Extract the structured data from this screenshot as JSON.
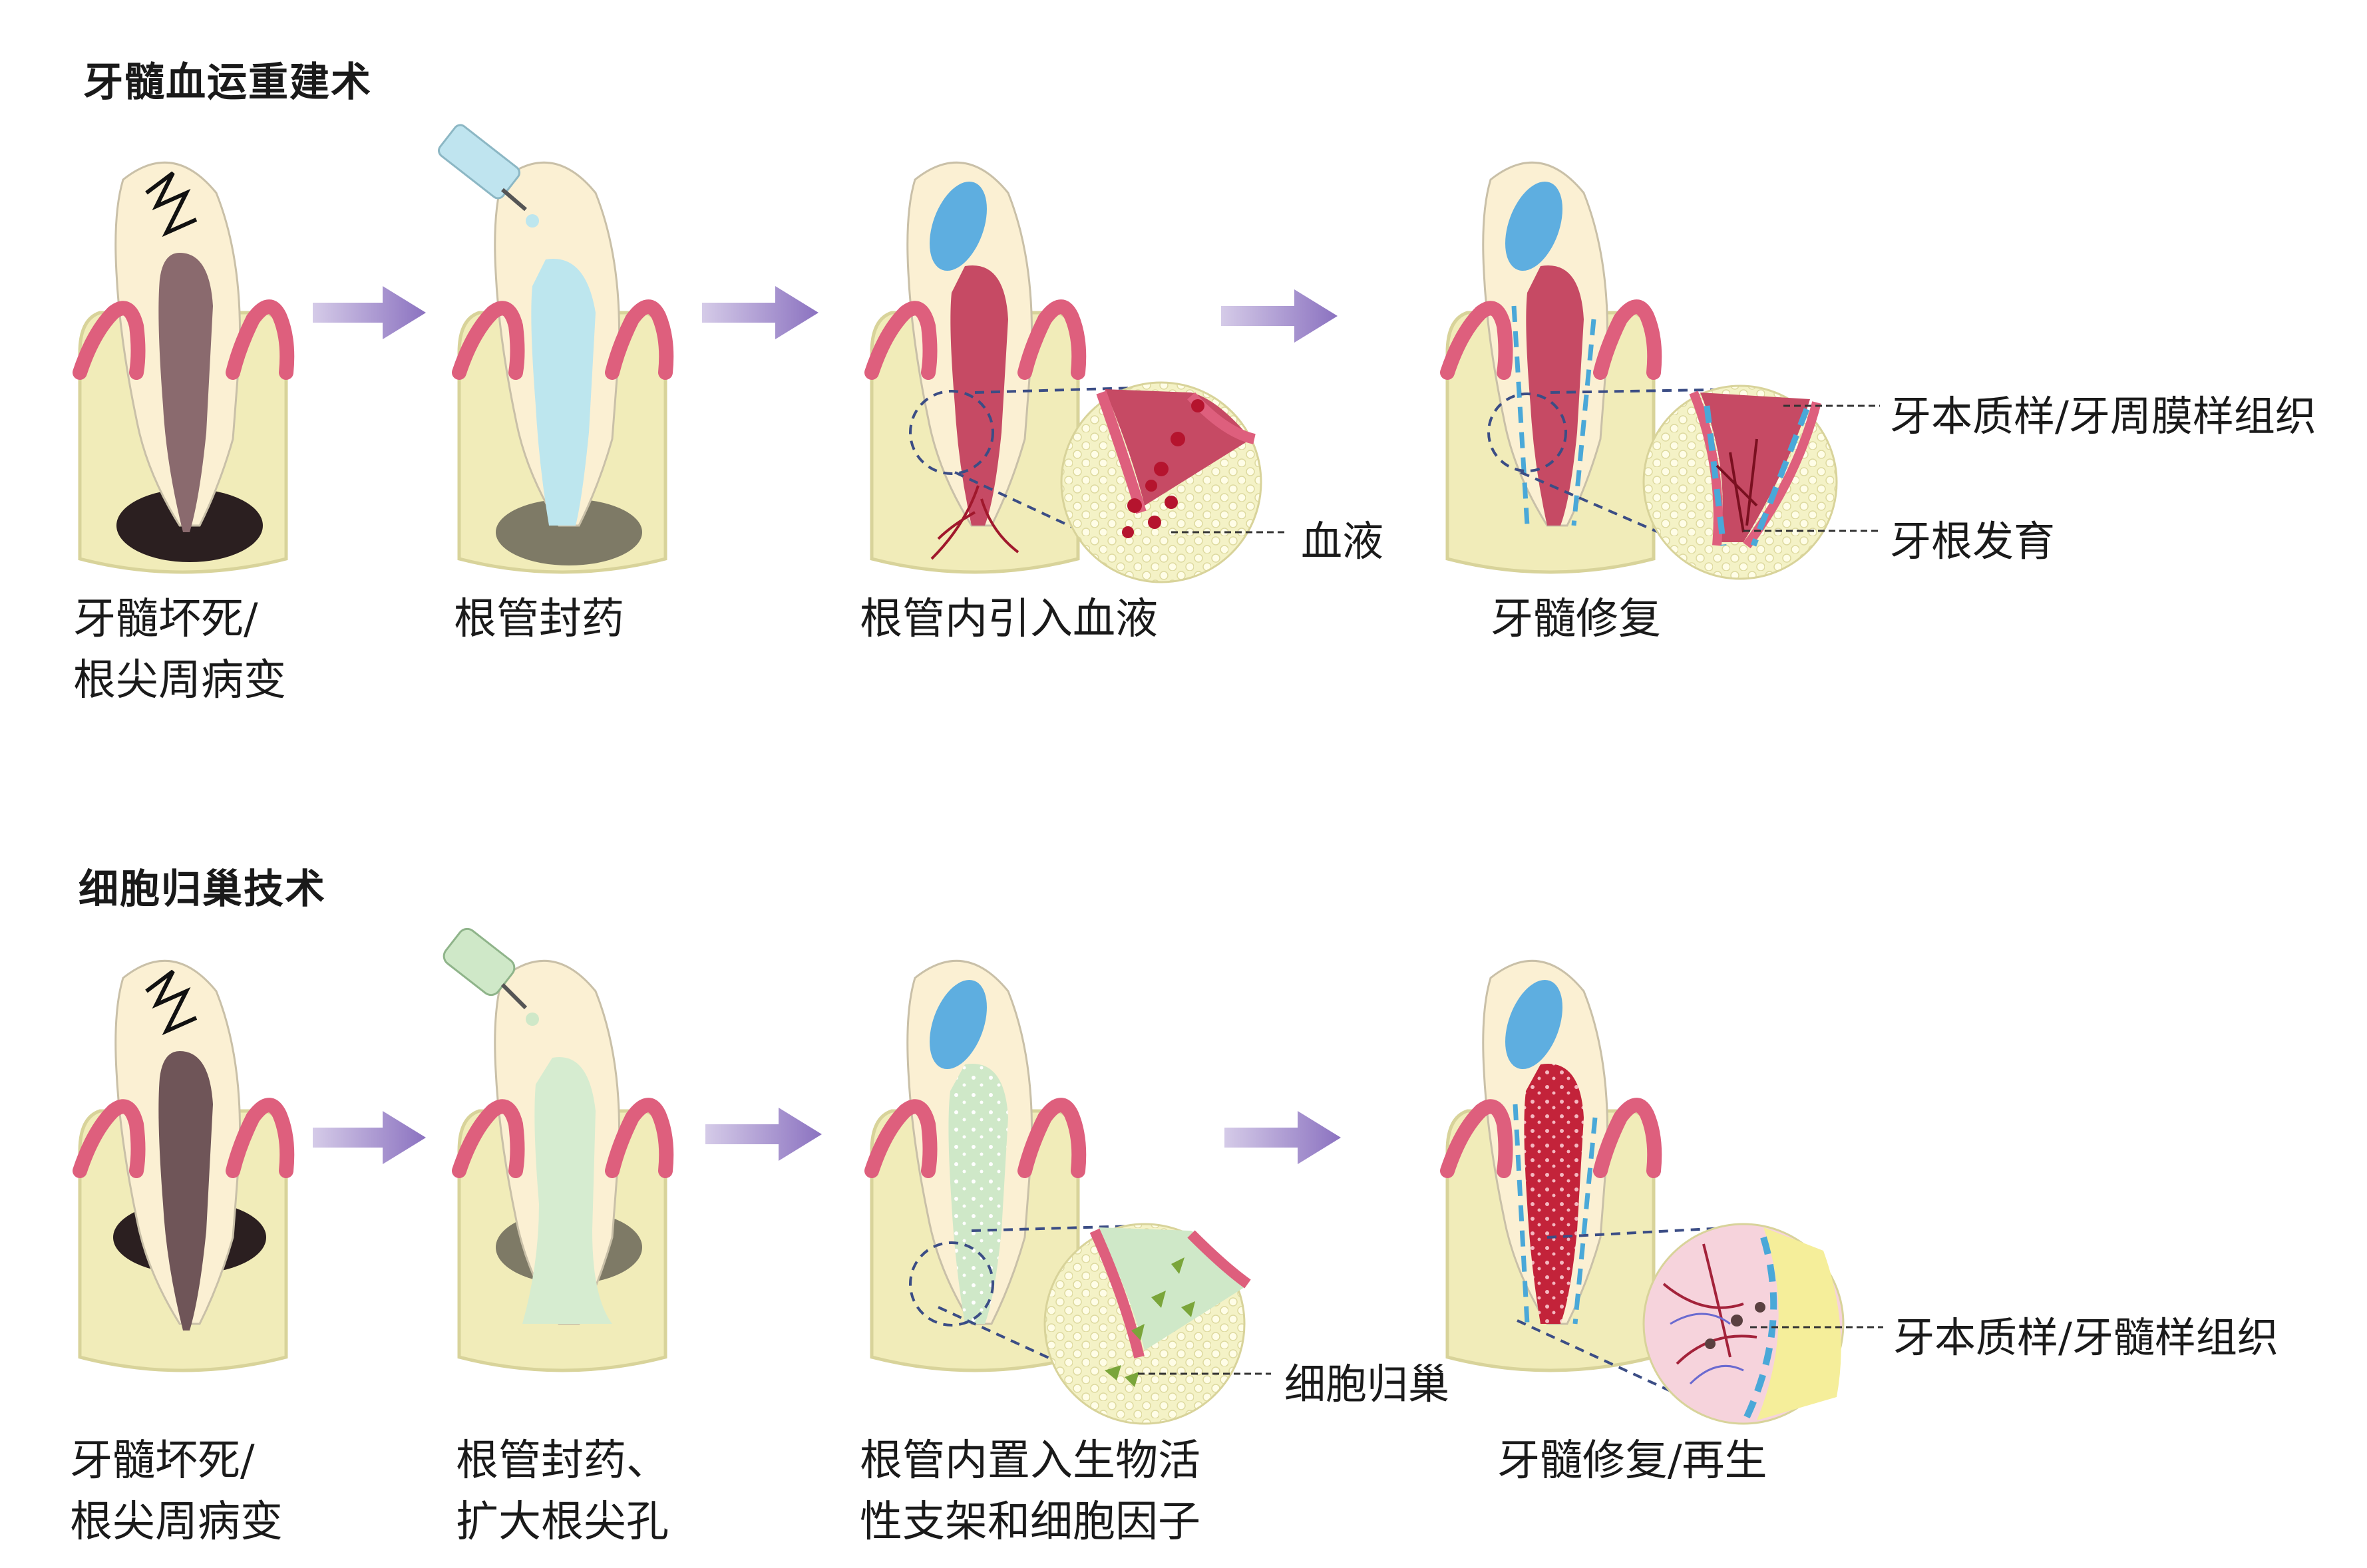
{
  "sections": {
    "top": {
      "title": "牙髓血运重建术",
      "captions": {
        "step1": {
          "line1": "牙髓坏死/",
          "line2": "根尖周病变"
        },
        "step2": {
          "line1": "根管封药"
        },
        "step3": {
          "line1": "根管内引入血液"
        },
        "step4": {
          "line1": "牙髓修复"
        }
      },
      "callouts": {
        "blood": "血液",
        "dentin_pdl": "牙本质样/牙周膜样组织",
        "root_dev": "牙根发育"
      }
    },
    "bottom": {
      "title": "细胞归巢技术",
      "captions": {
        "step1": {
          "line1": "牙髓坏死/",
          "line2": "根尖周病变"
        },
        "step2": {
          "line1": "根管封药、",
          "line2": "扩大根尖孔"
        },
        "step3": {
          "line1": "根管内置入生物活",
          "line2": "性支架和细胞因子"
        },
        "step4": {
          "line1": "牙髓修复/再生"
        }
      },
      "callouts": {
        "homing": "细胞归巢",
        "dentin_pulp": "牙本质样/牙髓样组织"
      }
    }
  },
  "colors": {
    "bone": "#f1ecb9",
    "bone_stroke": "#d8d39a",
    "gum": "#de5f7d",
    "crown": "#fbf0d3",
    "dentin": "#f6e3a8",
    "necrotic_pulp": "#8a6a6e",
    "lesion": "#2b1f20",
    "medication": "#bde6ee",
    "blood_pulp": "#c64a64",
    "blue_cap": "#5eaee0",
    "arrow": "#9d88c8",
    "scaffold": "#d6ecd0",
    "callout_line": "#333333"
  }
}
